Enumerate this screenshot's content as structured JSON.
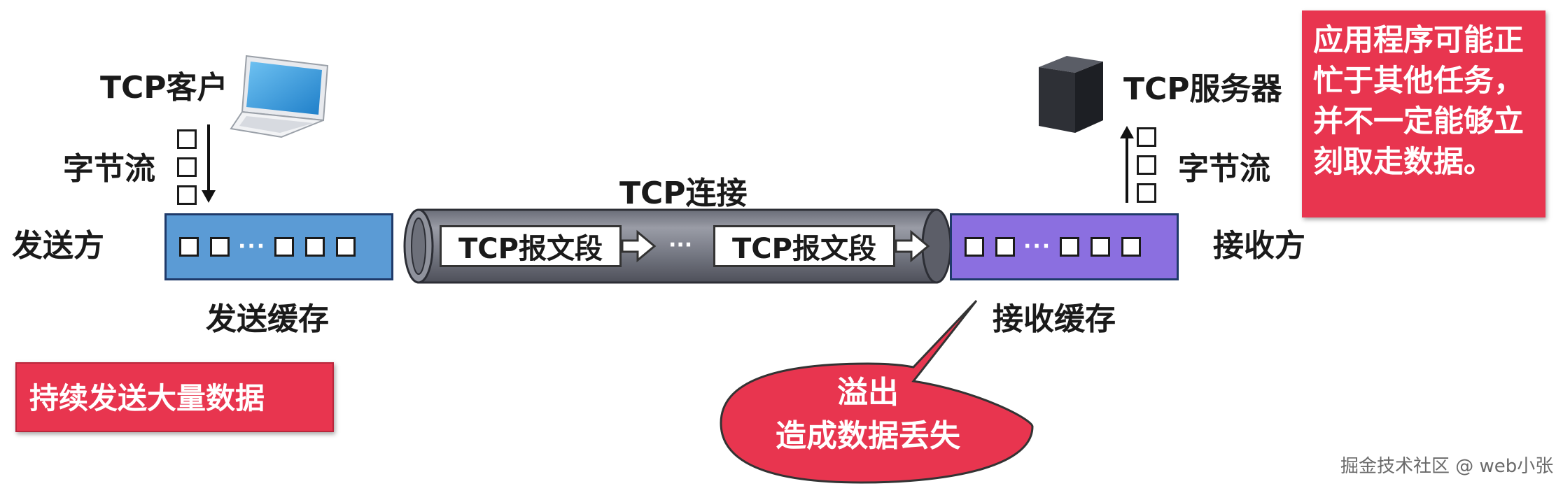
{
  "labels": {
    "tcp_client": "TCP客户",
    "tcp_server": "TCP服务器",
    "byte_stream_left": "字节流",
    "byte_stream_right": "字节流",
    "tcp_connection": "TCP连接",
    "sender": "发送方",
    "receiver": "接收方",
    "send_buffer": "发送缓存",
    "recv_buffer": "接收缓存",
    "segment_1": "TCP报文段",
    "segment_2": "TCP报文段",
    "pipe_ellipsis": "···",
    "buffer_ellipsis": "···"
  },
  "notes": {
    "server_busy": "应用程序可能正忙于其他任务，并不一定能够立刻取走数据。",
    "continuous_send": "持续发送大量数据",
    "overflow_title": "溢出",
    "overflow_text": "造成数据丢失"
  },
  "watermark": "掘金技术社区 @ web小张",
  "colors": {
    "send_buffer": "#5b9bd5",
    "recv_buffer": "#8b6fe0",
    "pipe": "#7c7f8c",
    "note_red": "#e8354f"
  }
}
